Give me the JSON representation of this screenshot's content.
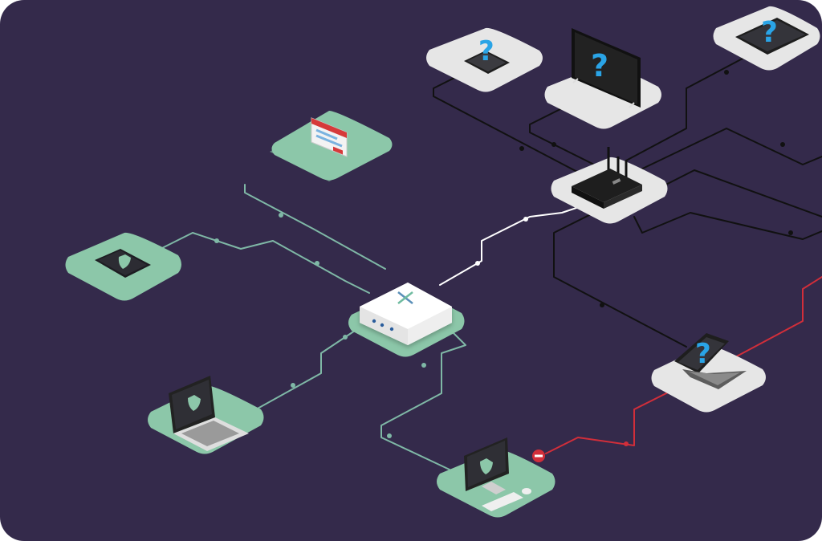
{
  "diagram": {
    "hub": {
      "icon": "x-logo-icon"
    },
    "colors": {
      "background": "#342A4B",
      "protected_tile": "#8CC7A9",
      "protected_line": "#7FB8A6",
      "unprotected_tile": "#E6E6E6",
      "unprotected_line": "#111111",
      "router_uplink": "#FFFFFF",
      "blocked_line": "#D12E3A",
      "unknown_mark": "#2AA4E6"
    },
    "protected_devices": [
      {
        "name": "browser-window",
        "icon": "browser-window-icon"
      },
      {
        "name": "smartphone",
        "icon": "smartphone-shield-icon"
      },
      {
        "name": "laptop",
        "icon": "laptop-shield-icon"
      },
      {
        "name": "desktop",
        "icon": "desktop-shield-icon"
      }
    ],
    "router": {
      "icon": "router-icon"
    },
    "unknown_devices": [
      {
        "name": "phone",
        "icon": "phone-question-icon",
        "mark": "?"
      },
      {
        "name": "tv",
        "icon": "tv-question-icon",
        "mark": "?"
      },
      {
        "name": "tablet",
        "icon": "tablet-question-icon",
        "mark": "?"
      },
      {
        "name": "laptop",
        "icon": "laptop-question-icon",
        "mark": "?"
      }
    ],
    "blocked": {
      "icon": "no-entry-icon"
    }
  }
}
